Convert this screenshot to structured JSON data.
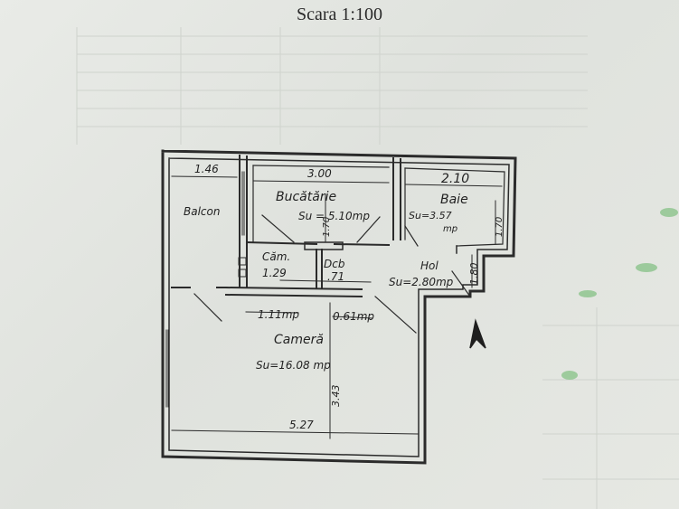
{
  "header": {
    "scale": "Scara 1:100"
  },
  "rooms": {
    "balcon": "Balcon",
    "bucatarie": "Bucătărie",
    "bucatarie_area": "Su = 5.10mp",
    "baie": "Baie",
    "baie_area": "Su=3.57",
    "baie_area_unit": "mp",
    "hol": "Hol",
    "hol_area": "Su=2.80mp",
    "camera": "Cameră",
    "camera_area": "Su=16.08 mp",
    "camara": "Căm.",
    "camara_width": "1.29",
    "camara_area": "1.11mp",
    "dep": "Dcb",
    "dep_width": ".71",
    "dep_area": "0.61mp"
  },
  "dimensions": {
    "balcon_width": "1.46",
    "bucatarie_width": "3.00",
    "baie_width": "2.10",
    "baie_height": "1.70",
    "bucatarie_height": "1.70",
    "hol_height": "1.80",
    "camera_height": "3.43",
    "total_width": "5.27"
  },
  "symbols": {
    "north": "north-arrow"
  }
}
